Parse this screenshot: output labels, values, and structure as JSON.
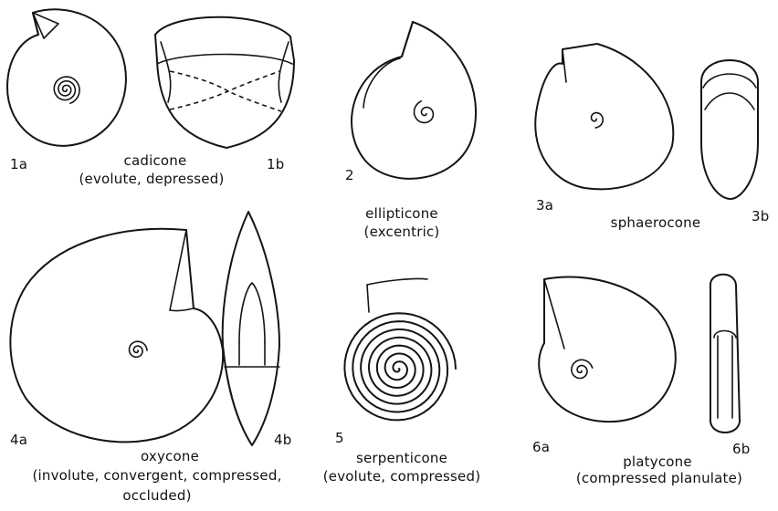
{
  "figure_labels": {
    "f1a": "1a",
    "f1b": "1b",
    "f2": "2",
    "f3a": "3a",
    "f3b": "3b",
    "f4a": "4a",
    "f4b": "4b",
    "f5": "5",
    "f6a": "6a",
    "f6b": "6b"
  },
  "captions": {
    "cadicone": {
      "name": "cadicone",
      "desc": "(evolute, depressed)"
    },
    "ellipticone": {
      "name": "ellipticone",
      "desc": "(excentric)"
    },
    "sphaerocone": {
      "name": "sphaerocone"
    },
    "oxycone": {
      "name": "oxycone",
      "desc1": "(involute, convergent, compressed,",
      "desc2": "occluded)"
    },
    "serpenticone": {
      "name": "serpenticone",
      "desc": "(evolute, compressed)"
    },
    "platycone": {
      "name": "platycone",
      "desc": "(compressed planulate)"
    }
  }
}
